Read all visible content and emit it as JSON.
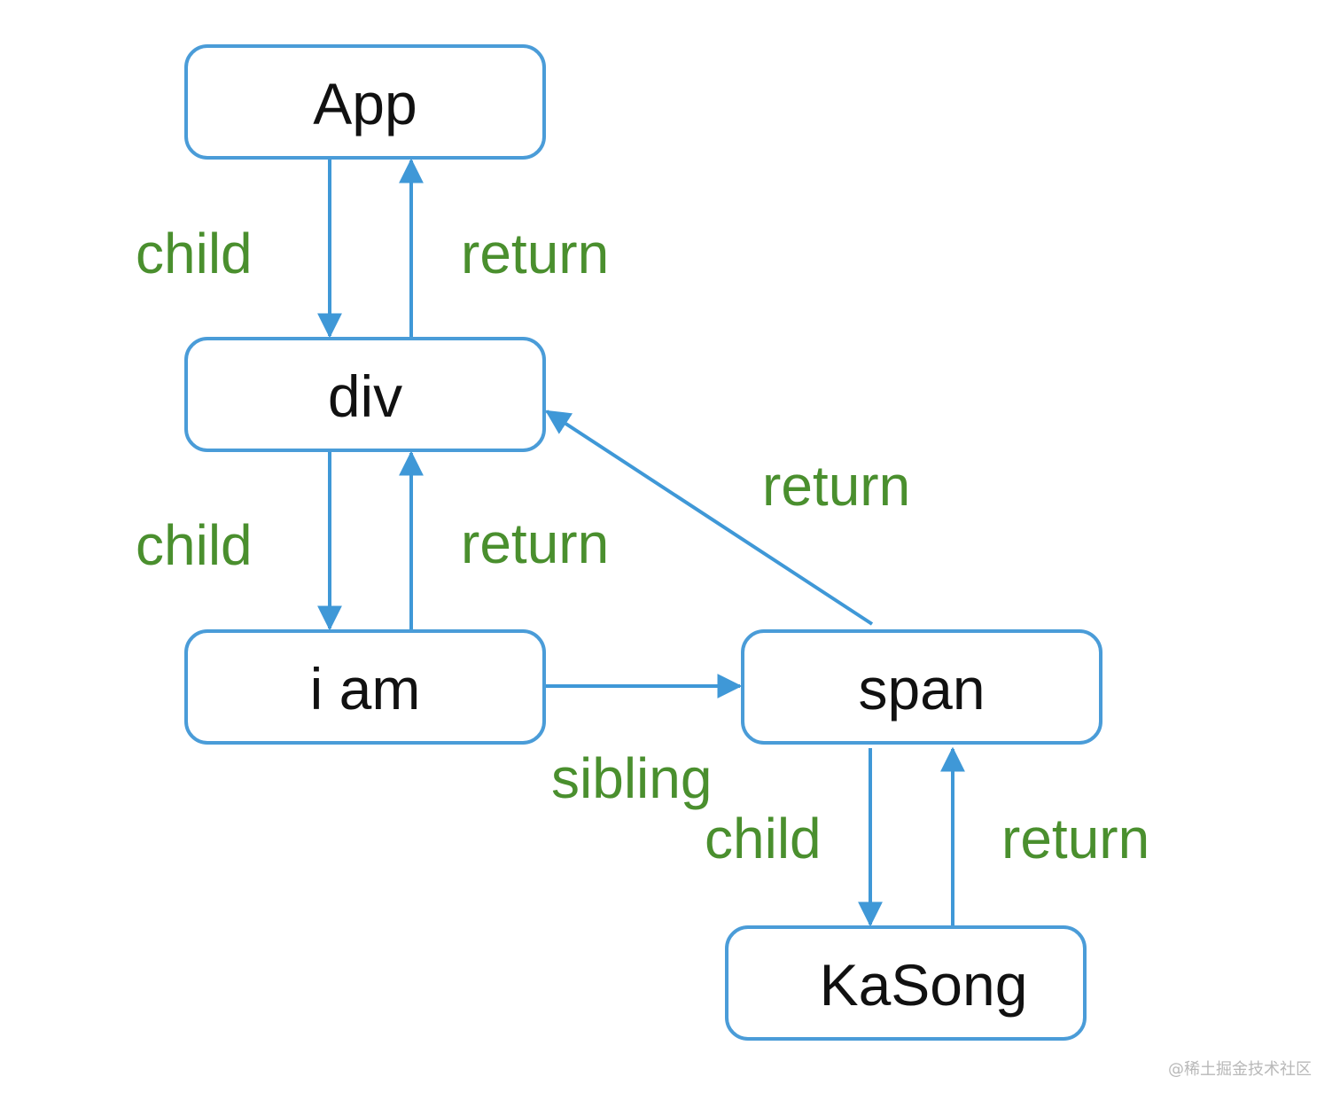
{
  "nodes": {
    "app": "App",
    "div": "div",
    "i_am": "i am",
    "span": "span",
    "kasong": "KaSong"
  },
  "edges": {
    "app_div_child": "child",
    "div_app_return": "return",
    "div_iam_child": "child",
    "iam_div_return": "return",
    "span_div_return": "return",
    "iam_span_sibling": "sibling",
    "span_kasong_child": "child",
    "kasong_span_return": "return"
  },
  "colors": {
    "node_border": "#4a9cd8",
    "arrow": "#3f98d7",
    "edge_label": "#4a8f2e",
    "node_text": "#111111"
  },
  "watermark": "@稀土掘金技术社区"
}
